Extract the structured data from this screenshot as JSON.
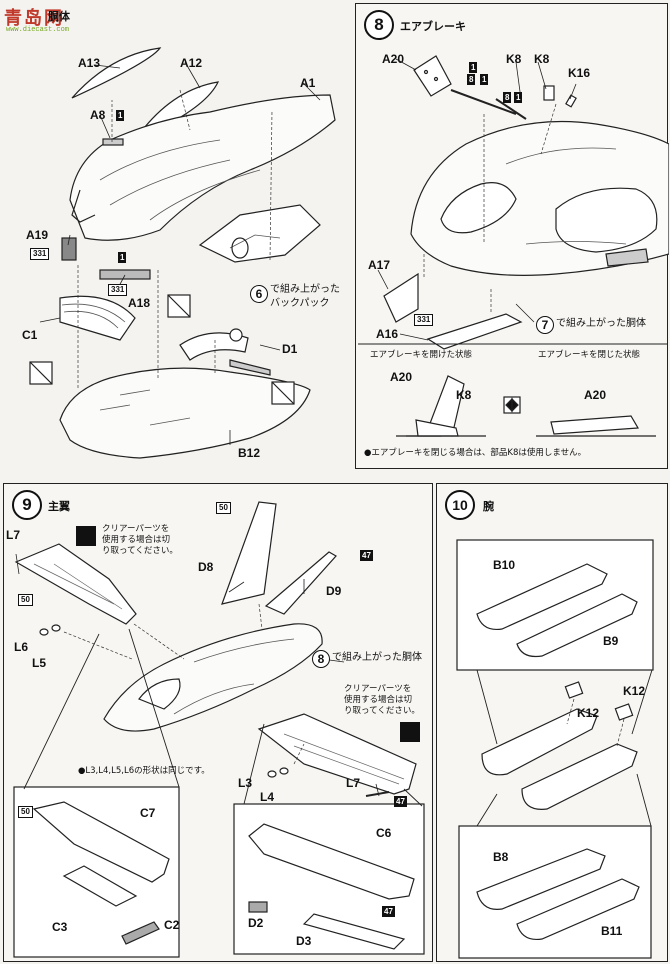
{
  "watermark": {
    "text": "青岛网",
    "url": "www.diecast.com"
  },
  "step7": {
    "title": "胴体",
    "labels": [
      "A13",
      "A12",
      "A1",
      "A8",
      "A19",
      "A18",
      "C1",
      "D1",
      "B12"
    ],
    "tags": {
      "one_a": "1",
      "one_b": "1",
      "num331a": "331",
      "num331b": "331"
    },
    "sub_step": "6",
    "sub_text1": "で組み上がった",
    "sub_text2": "バックパック"
  },
  "step8": {
    "number": "8",
    "title": "エアブレーキ",
    "labels": [
      "A20",
      "K8",
      "K8",
      "K16",
      "A17",
      "A16"
    ],
    "tags": {
      "t1": "1",
      "t8a": "8",
      "t1b": "1",
      "t8b": "8",
      "t1c": "1",
      "num331": "331"
    },
    "sub_step": "7",
    "sub_text": "で組み上がった胴体",
    "open_state": "エアブレーキを開けた状態",
    "closed_state": "エアブレーキを閉じた状態",
    "open_labels": [
      "A20",
      "K8"
    ],
    "closed_label": "A20",
    "note": "●エアブレーキを閉じる場合は、部品K8は使用しません。"
  },
  "step9": {
    "number": "9",
    "title": "主翼",
    "clear_note1": "クリアーパーツを",
    "clear_note2": "使用する場合は切",
    "clear_note3": "り取ってください。",
    "labels": [
      "L7",
      "D8",
      "D9",
      "L6",
      "L5",
      "L3",
      "L4",
      "L7",
      "C7",
      "C3",
      "C2",
      "C6",
      "D2",
      "D3"
    ],
    "tags": {
      "t50a": "50",
      "t47a": "47",
      "t50b": "50",
      "t47b": "47",
      "t50c": "50",
      "t47c": "47"
    },
    "sub_step": "8",
    "sub_text": "で組み上がった胴体",
    "shape_note": "●L3,L4,L5,L6の形状は同じです。"
  },
  "step10": {
    "number": "10",
    "title": "腕",
    "labels": [
      "B10",
      "B9",
      "K12",
      "K12",
      "B8",
      "B11"
    ]
  }
}
